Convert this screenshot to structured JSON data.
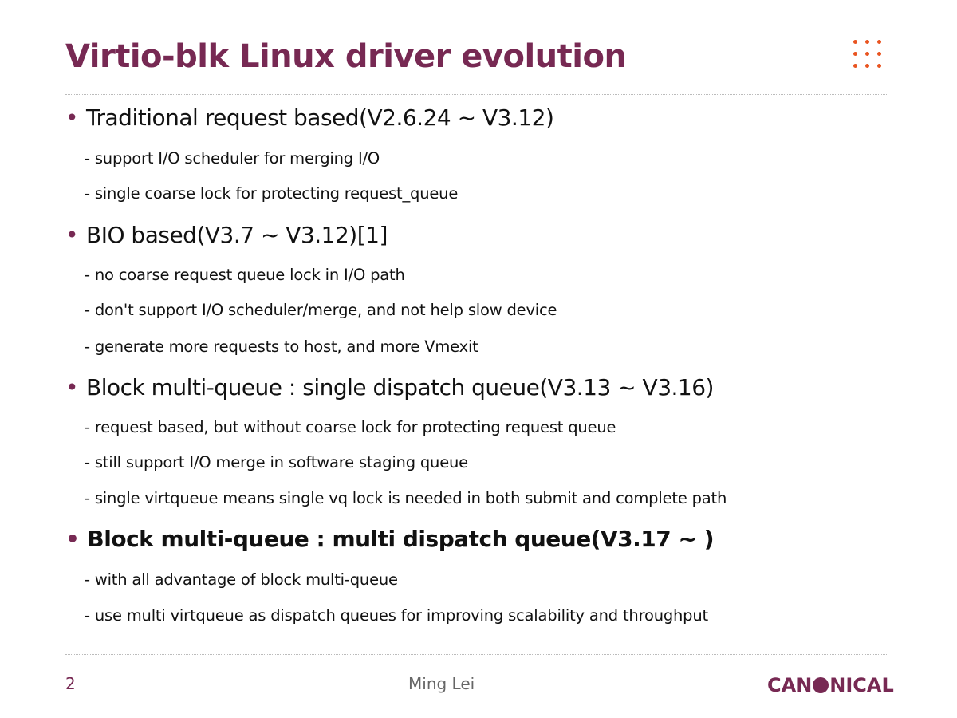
{
  "title": "Virtio-blk Linux driver evolution",
  "sections": [
    {
      "heading": "Traditional request based(V2.6.24 ~ V3.12)",
      "bold": false,
      "items": [
        "- support I/O scheduler for merging I/O",
        "- single coarse lock for protecting request_queue"
      ]
    },
    {
      "heading": "BIO based(V3.7 ~ V3.12)[1]",
      "bold": false,
      "items": [
        "- no coarse request queue lock in I/O path",
        "- don't support I/O scheduler/merge, and not help slow device",
        "- generate more requests to host, and more Vmexit"
      ]
    },
    {
      "heading": "Block multi-queue : single dispatch queue(V3.13 ~ V3.16)",
      "bold": false,
      "items": [
        "- request based, but without coarse lock for protecting request queue",
        "- still support I/O merge in software staging queue",
        "- single virtqueue means single vq lock is needed in both submit and complete path"
      ]
    },
    {
      "heading": "Block multi-queue : multi dispatch queue(V3.17 ~ )",
      "bold": true,
      "items": [
        "- with all advantage of block multi-queue",
        "- use multi virtqueue as dispatch queues for improving scalability and throughput"
      ]
    }
  ],
  "footer": {
    "page": "2",
    "author": "Ming Lei",
    "logo_a": "CAN",
    "logo_b": "NICAL",
    "logo_text": "CANONICAL"
  },
  "colors": {
    "accent": "#772953",
    "dots": "#e95420"
  }
}
